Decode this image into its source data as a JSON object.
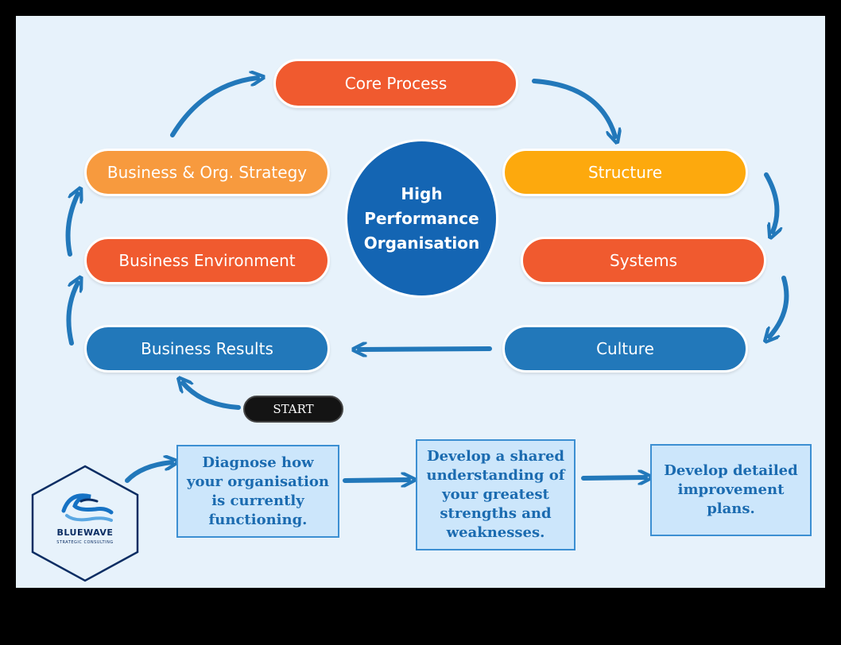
{
  "center": {
    "lines": [
      "High",
      "Performance",
      "Organisation"
    ]
  },
  "cycle": {
    "core_process": "Core Process",
    "strategy": "Business & Org. Strategy",
    "structure": "Structure",
    "environment": "Business Environment",
    "systems": "Systems",
    "results": "Business Results",
    "culture": "Culture",
    "start": "START"
  },
  "steps": [
    "Diagnose how your organisation is currently functioning.",
    "Develop a shared understanding of your greatest strengths and weaknesses.",
    "Develop detailed improvement plans."
  ],
  "logo": {
    "name": "BLUEWAVE",
    "tagline": "STRATEGIC CONSULTING"
  },
  "colors": {
    "background": "#e7f2fb",
    "red": "#f05a2f",
    "orange": "#f79a3e",
    "yellow": "#fda90d",
    "blue": "#2278ba",
    "center": "#1465b3",
    "box_text": "#1b6bb0"
  }
}
